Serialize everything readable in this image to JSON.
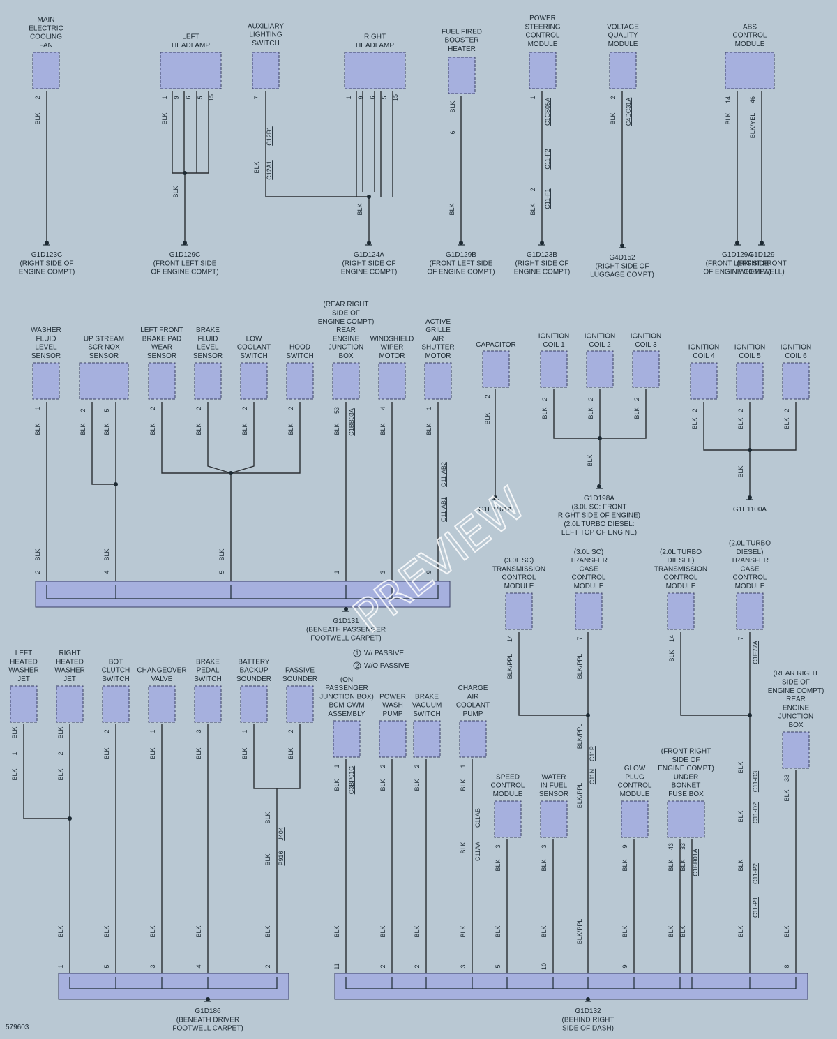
{
  "figure_number": "579603",
  "watermark": "PREVIEW",
  "legend": {
    "passive": "W/ PASSIVE",
    "no_passive": "W/O PASSIVE",
    "passive_num": "1",
    "no_passive_num": "2"
  },
  "components": [
    {
      "id": "fan",
      "label": "MAIN|ELECTRIC|COOLING|FAN",
      "pins": [
        "2"
      ],
      "wire": "BLK"
    },
    {
      "id": "lhl",
      "label": "LEFT|HEADLAMP",
      "pins": [
        "1",
        "9",
        "6",
        "5",
        "15"
      ],
      "wire": "BLK"
    },
    {
      "id": "aux",
      "label": "AUXILIARY|LIGHTING|SWITCH",
      "pins": [
        "7"
      ],
      "wire": "BLK"
    },
    {
      "id": "rhl",
      "label": "RIGHT|HEADLAMP",
      "pins": [
        "1",
        "9",
        "6",
        "5",
        "15"
      ],
      "wire": "BLK"
    },
    {
      "id": "ffh",
      "label": "FUEL FIRED|BOOSTER|HEATER",
      "pins": [
        "6"
      ],
      "wire": "BLK"
    },
    {
      "id": "psc",
      "label": "POWER|STEERING|CONTROL|MODULE",
      "pins": [
        "1",
        "2"
      ],
      "wire": "BLK"
    },
    {
      "id": "vqm",
      "label": "VOLTAGE|QUALITY|MODULE",
      "pins": [
        "2"
      ],
      "wire": "BLK"
    },
    {
      "id": "abs",
      "label": "ABS|CONTROL|MODULE",
      "pins": [
        "14",
        "46"
      ],
      "wire": "BLK"
    },
    {
      "id": "wfl",
      "label": "WASHER|FLUID|LEVEL|SENSOR",
      "pins": [
        "1",
        "2"
      ],
      "wire": "BLK"
    },
    {
      "id": "scr",
      "label": "UP STREAM|SCR NOX|SENSOR",
      "pins": [
        "2",
        "5",
        "4"
      ],
      "wire": "BLK"
    },
    {
      "id": "lfb",
      "label": "LEFT FRONT|BRAKE PAD|WEAR|SENSOR",
      "pins": [
        "2"
      ],
      "wire": "BLK"
    },
    {
      "id": "bfl",
      "label": "BRAKE|FLUID|LEVEL|SENSOR",
      "pins": [
        "2"
      ],
      "wire": "BLK"
    },
    {
      "id": "lcs",
      "label": "LOW|COOLANT|SWITCH",
      "pins": [
        "2"
      ],
      "wire": "BLK"
    },
    {
      "id": "hood",
      "label": "HOOD|SWITCH",
      "pins": [
        "2",
        "5"
      ],
      "wire": "BLK"
    },
    {
      "id": "rejb",
      "label": "(REAR RIGHT|SIDE OF|ENGINE COMPT)|REAR|ENGINE|JUNCTION|BOX",
      "pins": [
        "53",
        "1"
      ],
      "wire": "BLK"
    },
    {
      "id": "wwm",
      "label": "WINDSHIELD|WIPER|MOTOR",
      "pins": [
        "4",
        "3"
      ],
      "wire": "BLK"
    },
    {
      "id": "agas",
      "label": "ACTIVE|GRILLE|AIR|SHUTTER|MOTOR",
      "pins": [
        "1",
        "9"
      ],
      "wire": "BLK"
    },
    {
      "id": "cap",
      "label": "CAPACITOR",
      "pins": [
        "2"
      ],
      "wire": "BLK"
    },
    {
      "id": "ic1",
      "label": "IGNITION|COIL 1",
      "pins": [
        "2"
      ],
      "wire": "BLK"
    },
    {
      "id": "ic2",
      "label": "IGNITION|COIL 2",
      "pins": [
        "2"
      ],
      "wire": "BLK"
    },
    {
      "id": "ic3",
      "label": "IGNITION|COIL 3",
      "pins": [
        "2"
      ],
      "wire": "BLK"
    },
    {
      "id": "ic4",
      "label": "IGNITION|COIL 4",
      "pins": [
        "2"
      ],
      "wire": "BLK"
    },
    {
      "id": "ic5",
      "label": "IGNITION|COIL 5",
      "pins": [
        "2"
      ],
      "wire": "BLK"
    },
    {
      "id": "ic6",
      "label": "IGNITION|COIL 6",
      "pins": [
        "2"
      ],
      "wire": "BLK"
    },
    {
      "id": "tcm3",
      "label": "(3.0L SC)|TRANSMISSION|CONTROL|MODULE",
      "pins": [
        "14"
      ],
      "wire": "BLK/PPL"
    },
    {
      "id": "tccm3",
      "label": "(3.0L SC)|TRANSFER|CASE|CONTROL|MODULE",
      "pins": [
        "7"
      ],
      "wire": "BLK/PPL"
    },
    {
      "id": "tcm2",
      "label": "(2.0L TURBO|DIESEL)|TRANSMISSION|CONTROL|MODULE",
      "pins": [
        "14"
      ],
      "wire": "BLK"
    },
    {
      "id": "tccm2",
      "label": "(2.0L TURBO|DIESEL)|TRANSFER|CASE|CONTROL|MODULE",
      "pins": [
        "7"
      ],
      "wire": "BLK"
    },
    {
      "id": "lhwj",
      "label": "LEFT|HEATED|WASHER|JET",
      "pins": [
        "1"
      ],
      "wire": "BLK"
    },
    {
      "id": "rhwj",
      "label": "RIGHT|HEATED|WASHER|JET",
      "pins": [
        "1",
        "2"
      ],
      "wire": "BLK"
    },
    {
      "id": "bot",
      "label": "BOT|CLUTCH|SWITCH",
      "pins": [
        "2",
        "5"
      ],
      "wire": "BLK"
    },
    {
      "id": "cov",
      "label": "CHANGEOVER|VALVE",
      "pins": [
        "1",
        "3"
      ],
      "wire": "BLK"
    },
    {
      "id": "bps",
      "label": "BRAKE|PEDAL|SWITCH",
      "pins": [
        "3",
        "4"
      ],
      "wire": "BLK"
    },
    {
      "id": "bbs",
      "label": "BATTERY|BACKUP|SOUNDER",
      "pins": [
        "1"
      ],
      "wire": "BLK"
    },
    {
      "id": "ps",
      "label": "PASSIVE|SOUNDER",
      "pins": [
        "2"
      ],
      "wire": "BLK"
    },
    {
      "id": "bcm",
      "label": "(ON|PASSENGER|JUNCTION BOX)|BCM-GWM|ASSEMBLY",
      "pins": [
        "1",
        "11"
      ],
      "wire": "BLK"
    },
    {
      "id": "pwp",
      "label": "POWER|WASH|PUMP",
      "pins": [
        "2"
      ],
      "wire": "BLK"
    },
    {
      "id": "bvs",
      "label": "BRAKE|VACUUM|SWITCH",
      "pins": [
        "2"
      ],
      "wire": "BLK"
    },
    {
      "id": "cacp",
      "label": "CHARGE|AIR|COOLANT|PUMP",
      "pins": [
        "1",
        "3"
      ],
      "wire": "BLK"
    },
    {
      "id": "scm",
      "label": "SPEED|CONTROL|MODULE",
      "pins": [
        "3",
        "5"
      ],
      "wire": "BLK"
    },
    {
      "id": "wif",
      "label": "WATER|IN FUEL|SENSOR",
      "pins": [
        "3",
        "10"
      ],
      "wire": "BLK"
    },
    {
      "id": "gpc",
      "label": "GLOW|PLUG|CONTROL|MODULE",
      "pins": [
        "9"
      ],
      "wire": "BLK"
    },
    {
      "id": "frjb",
      "label": "(FRONT RIGHT|SIDE OF|ENGINE COMPT)|UNDER|BONNET|FUSE BOX",
      "pins": [
        "43",
        "33"
      ],
      "wire": "BLK"
    },
    {
      "id": "rejb2",
      "label": "(REAR RIGHT|SIDE OF|ENGINE COMPT)|REAR|ENGINE|JUNCTION|BOX",
      "pins": [
        "33",
        "8"
      ],
      "wire": "BLK"
    }
  ],
  "grounds": [
    {
      "id": "g1",
      "label": "G1D123C|(RIGHT SIDE OF|ENGINE COMPT)"
    },
    {
      "id": "g2",
      "label": "G1D129C|(FRONT LEFT SIDE|OF ENGINE COMPT)"
    },
    {
      "id": "g3",
      "label": "G1D124A|(RIGHT SIDE OF|ENGINE COMPT)"
    },
    {
      "id": "g4",
      "label": "G1D129B|(FRONT LEFT SIDE|OF ENGINE COMPT)"
    },
    {
      "id": "g5",
      "label": "G1D123B|(RIGHT SIDE OF|ENGINE COMPT)"
    },
    {
      "id": "g6",
      "label": "G4D152|(RIGHT SIDE OF|LUGGAGE COMPT)"
    },
    {
      "id": "g7",
      "label": "G1D129A|(FRONT LEFT SIDE|OF ENGINE COMPT)"
    },
    {
      "id": "g8",
      "label": "G1D129|(RIGHT FRONT|WHEELWELL)"
    },
    {
      "id": "g9",
      "label": "G1E1101A"
    },
    {
      "id": "g10",
      "label": "G1D198A|(3.0L SC: FRONT|RIGHT SIDE OF ENGINE)|(2.0L TURBO DIESEL:|LEFT TOP OF ENGINE)"
    },
    {
      "id": "g11",
      "label": "G1E1100A"
    },
    {
      "id": "g12",
      "label": "G1D131|(BENEATH PASSENGER|FOOTWELL CARPET)"
    },
    {
      "id": "g13",
      "label": "G1D186|(BENEATH DRIVER|FOOTWELL CARPET)"
    },
    {
      "id": "g14",
      "label": "G1D132|(BEHIND RIGHT|SIDE OF DASH)"
    }
  ],
  "connectors": [
    "C12B1",
    "C12A1",
    "C1CS05A",
    "C11-F2",
    "C11-F1",
    "C4DC31A",
    "C1BB03A",
    "C11-AB2",
    "C11-AB1",
    "C1E77A",
    "C11P",
    "C11N",
    "C3BP01G",
    "C11AB",
    "C11AA",
    "C1BB01A",
    "C11-D3",
    "C11-D2",
    "C11-P2",
    "C11-P1",
    "P916",
    "J404"
  ]
}
